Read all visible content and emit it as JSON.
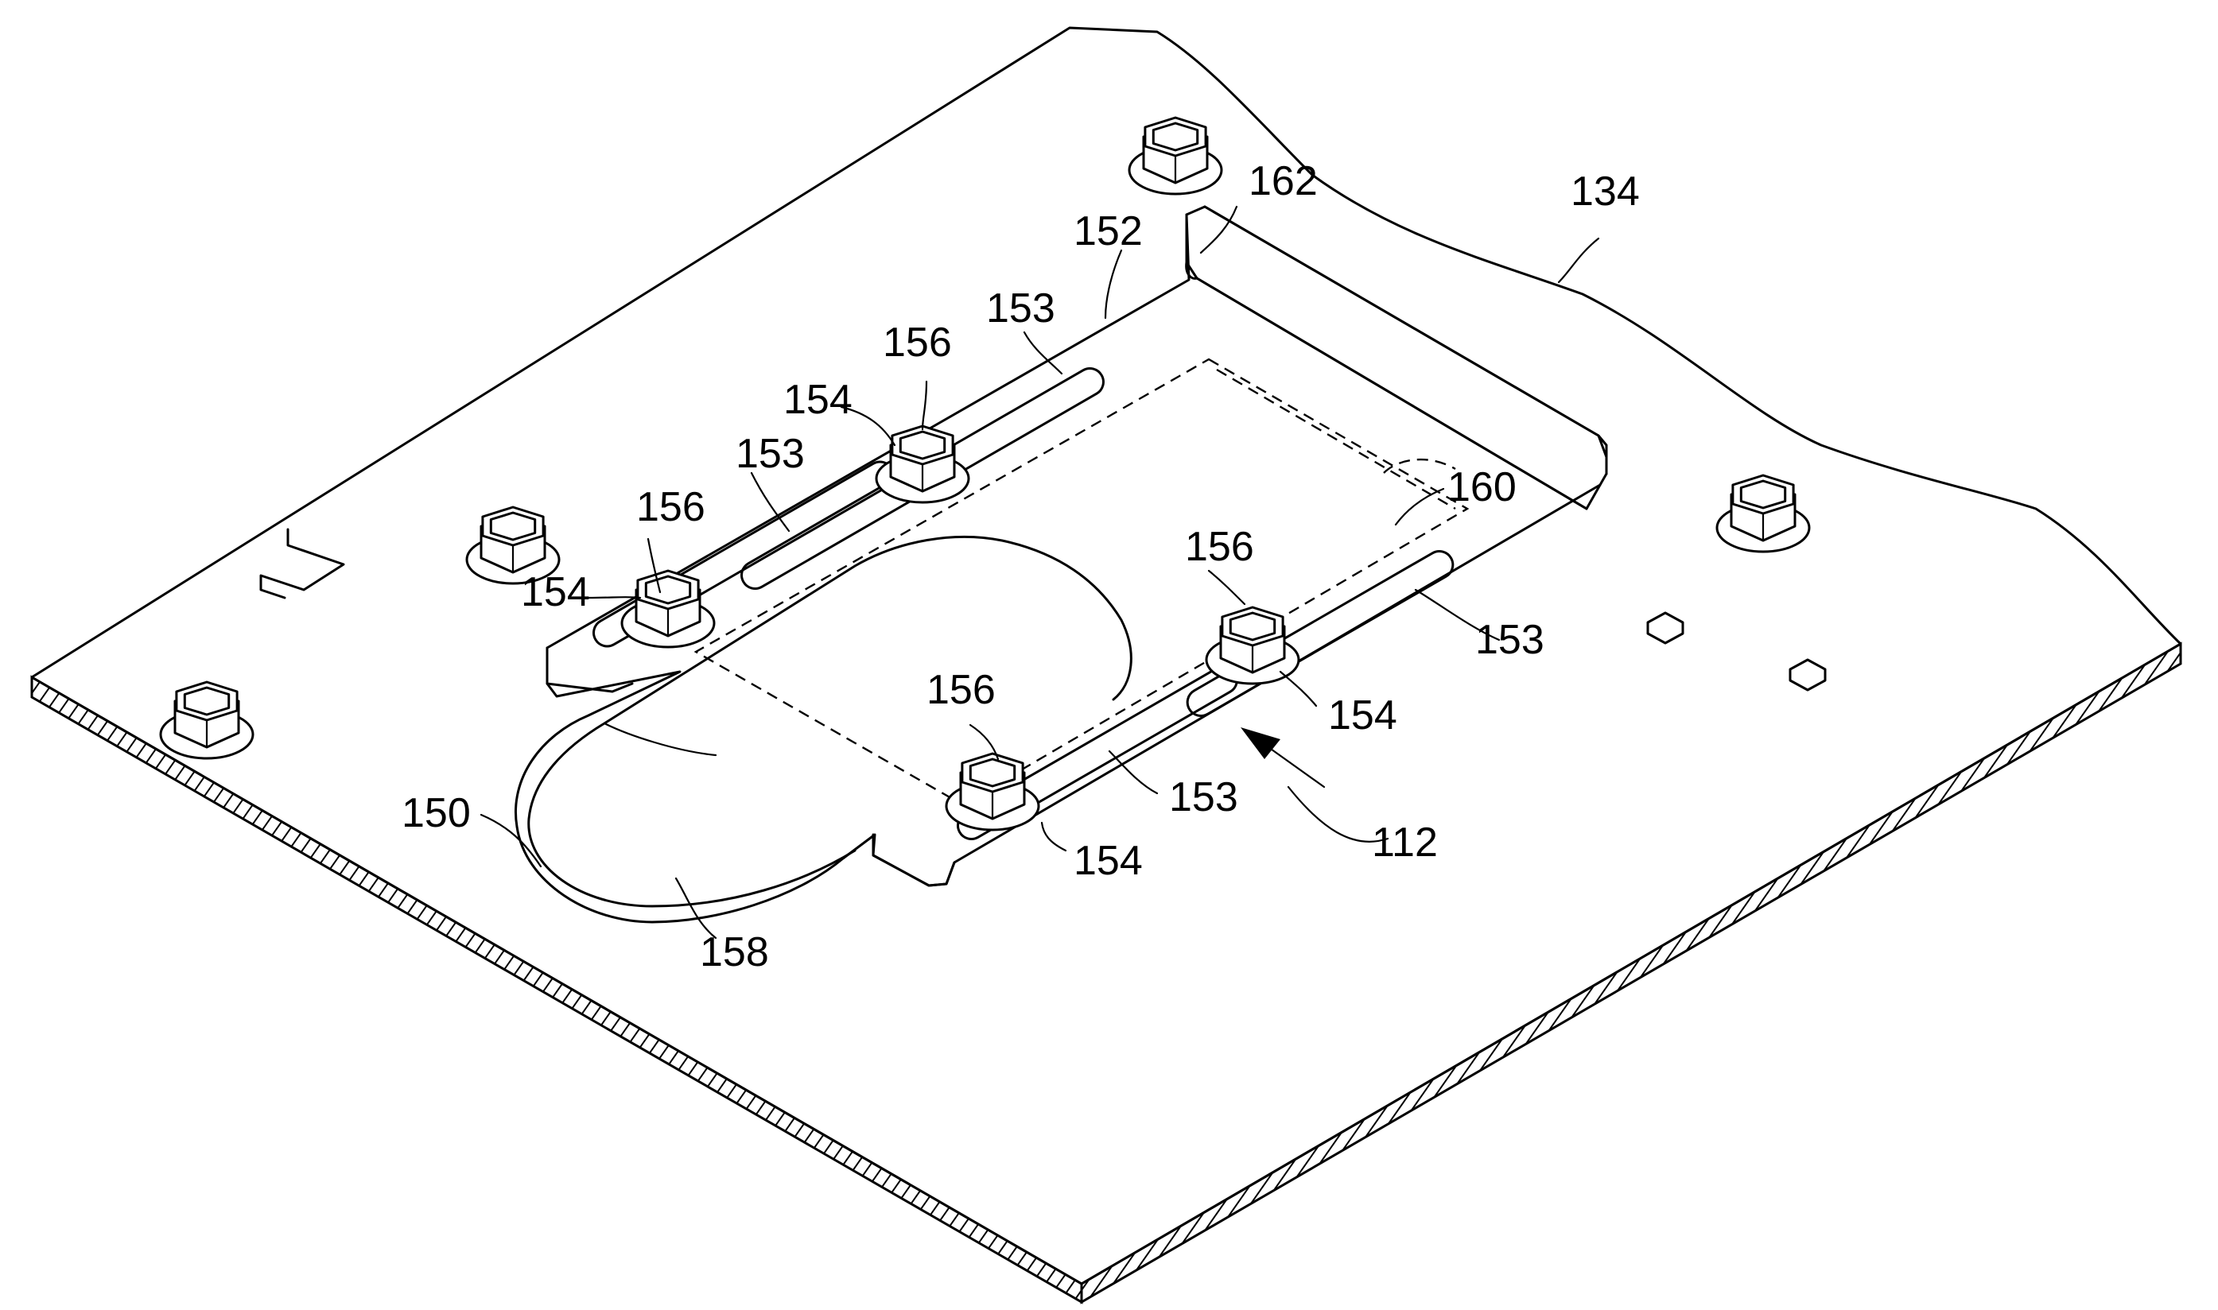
{
  "labels": {
    "l134": "134",
    "l162": "162",
    "l152": "152",
    "l153a": "153",
    "l156a": "156",
    "l154a": "154",
    "l153b": "153",
    "l156b": "156",
    "l154b": "154",
    "l160": "160",
    "l156c": "156",
    "l153c": "153",
    "l154c": "154",
    "l156d": "156",
    "l153d": "153",
    "l112": "112",
    "l150": "150",
    "l154d": "154",
    "l158": "158"
  }
}
